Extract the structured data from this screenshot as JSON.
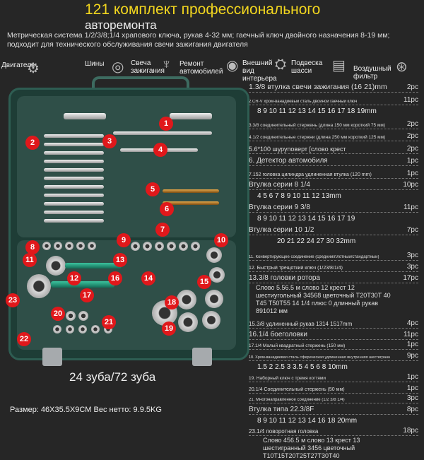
{
  "header": {
    "title": "121 комплект профессионального",
    "subtitle": "авторемонта",
    "description": "Метрическая система 1/2/3/8;1/4 храпового ключа, рукав 4-32 мм; гаечный ключ двойного назначения 8-19 мм; подходит для технического обслуживания свечи зажигания двигателя"
  },
  "use_icons": [
    {
      "label": "Двигатель",
      "icon": "engine-icon"
    },
    {
      "label": "Шины",
      "icon": "tire-icon"
    },
    {
      "label": "Свеча зажигания",
      "icon": "spark-plug-icon"
    },
    {
      "label": "Ремонт автомобилей",
      "icon": "car-repair-icon"
    },
    {
      "label": "Внешний вид интерьера",
      "icon": "interior-icon"
    },
    {
      "label": "Подвеска шасси",
      "icon": "chassis-icon"
    },
    {
      "label": "Воздушный фильтр",
      "icon": "air-filter-icon"
    }
  ],
  "badges": [
    "1",
    "2",
    "3",
    "4",
    "5",
    "6",
    "7",
    "8",
    "9",
    "10",
    "11",
    "12",
    "13",
    "14",
    "15",
    "16",
    "17",
    "18",
    "19",
    "20",
    "21",
    "22",
    "23"
  ],
  "teeth_label": "24 зуба/72 зуба",
  "spec_label": "Размер: 46X35.5X9CM Вес нетто: 9.9.5KG",
  "items": [
    {
      "name": "1.3/8 втулка свечи зажигания (16 21)mm",
      "qty": "2pc"
    },
    {
      "name": "2.CR-V хром-ванадиевый сталь двойной гаечный ключ",
      "qty": "11pc"
    },
    {
      "sizes": "8  9  10  11  12  13  14  15  16  17  18  19mm"
    },
    {
      "name": "3.3/8 соединительный стержень (длина 150 мм короткий 75 мм)",
      "qty": "2pc"
    },
    {
      "name": "4.1/2 соединительные стержни (длина 250 мм короткий 125 мм)",
      "qty": "2pc"
    },
    {
      "name": "5.6*100 шуруповерт [слово крест",
      "qty": "2pc"
    },
    {
      "name": "6. Детектор автомобиля",
      "qty": "1pc"
    },
    {
      "name": "7.152 головка цилиндра удлиненная втулка (120 mm)",
      "qty": "1pc"
    },
    {
      "name": "Втулка серии 8 1/4",
      "qty": "10pc"
    },
    {
      "sizes": "4  5  6  7  8  9  10  11  12  13mm"
    },
    {
      "name": "Втулка серии 9 3/8",
      "qty": "11pc"
    },
    {
      "sizes": "8  9  10  11  12  13  14  15  16  17  19"
    },
    {
      "name": "Втулка серии 10 1/2",
      "qty": "7pc"
    },
    {
      "sizes": "20  21  22  24  27  30  32mm"
    },
    {
      "name": "11. Конвертирующее соединение (средний/плотный/стандартный)",
      "qty": "3pc"
    },
    {
      "name": "12. Быстрый трещоткий ключ (1/23/8/1/4)",
      "qty": "3pc"
    },
    {
      "name": "13.3/8 головки ротора",
      "qty": "17pc"
    },
    {
      "name": "Слово 5.56.5 м слово 12 крест 12 шестиугольный 34568 цветочный T20T30T 40 T45 T50T55 14 1/4 плюс 0 длинный рукав 891012 мм",
      "qty": ""
    },
    {
      "name": "15.3/8 удлиненный рукав 1314 1517mm",
      "qty": "4pc"
    },
    {
      "name": "16.1/4 боеголовки",
      "qty": "11pc"
    },
    {
      "name": "17.1/4 Малый квадратный стержень (150 мм)",
      "qty": "1pc"
    },
    {
      "name": "18. Хром-ванадиевая сталь сферическая удлиненная внутренняя шестигранная кольца",
      "qty": "9pc"
    },
    {
      "sizes": "1.5  2  2.5  3  3.5  4  5  6  8  10mm"
    },
    {
      "name": "19. Наборный ключ с тремя когтями",
      "qty": "1pc"
    },
    {
      "name": "20.1/4 Соединительный стержень (50 мм)",
      "qty": "1pc"
    },
    {
      "name": "21. Многонаправленное соединение (1/2 3/8 1/4)",
      "qty": "3pc"
    },
    {
      "name": "Втулка типа 22.3/8F",
      "qty": "8pc"
    },
    {
      "sizes": "8  9  10  11  12  13  14  16  18  20mm"
    },
    {
      "name": "23.1/4 поворотная головка",
      "qty": "18pc"
    },
    {
      "name": "Слово 456.5 м слово 13 крест 13 шестигранный 3456 цветочный T10T15T20T25T27T30T40",
      "qty": ""
    }
  ]
}
